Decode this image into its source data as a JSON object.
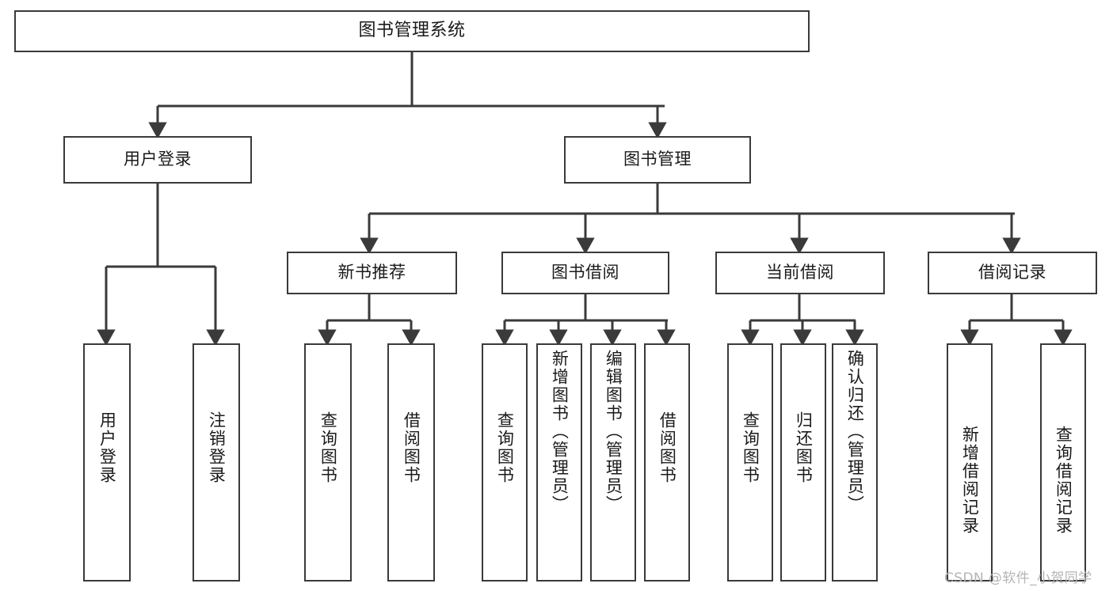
{
  "diagram": {
    "title": "图书管理系统",
    "type": "hierarchy-tree",
    "stroke_color": "#3a3a3a",
    "fill_color": "#ffffff",
    "text_color": "#1a1a1a",
    "watermark": "CSDN @软件_小贺同学",
    "watermark_color": "#b4b4b4",
    "levels": [
      {
        "level": 1,
        "nodes": [
          {
            "id": "root",
            "label": "图书管理系统"
          }
        ]
      },
      {
        "level": 2,
        "nodes": [
          {
            "id": "user-login",
            "label": "用户登录",
            "parent": "root"
          },
          {
            "id": "book-manage",
            "label": "图书管理",
            "parent": "root"
          }
        ]
      },
      {
        "level": 3,
        "nodes": [
          {
            "id": "new-book-rec",
            "label": "新书推荐",
            "parent": "book-manage"
          },
          {
            "id": "book-borrow",
            "label": "图书借阅",
            "parent": "book-manage"
          },
          {
            "id": "current-borrow",
            "label": "当前借阅",
            "parent": "book-manage"
          },
          {
            "id": "borrow-record",
            "label": "借阅记录",
            "parent": "book-manage"
          }
        ]
      },
      {
        "level": 4,
        "nodes": [
          {
            "id": "leaf-user-login",
            "label": "用户登录",
            "parent": "user-login"
          },
          {
            "id": "leaf-logout",
            "label": "注销登录",
            "parent": "user-login"
          },
          {
            "id": "leaf-query-book-1",
            "label": "查询图书",
            "parent": "new-book-rec"
          },
          {
            "id": "leaf-borrow-book-1",
            "label": "借阅图书",
            "parent": "new-book-rec"
          },
          {
            "id": "leaf-query-book-2",
            "label": "查询图书",
            "parent": "book-borrow"
          },
          {
            "id": "leaf-add-book",
            "label": "新增图书（管理员）",
            "parent": "book-borrow"
          },
          {
            "id": "leaf-edit-book",
            "label": "编辑图书（管理员）",
            "parent": "book-borrow"
          },
          {
            "id": "leaf-borrow-book-2",
            "label": "借阅图书",
            "parent": "book-borrow"
          },
          {
            "id": "leaf-query-book-3",
            "label": "查询图书",
            "parent": "current-borrow"
          },
          {
            "id": "leaf-return-book",
            "label": "归还图书",
            "parent": "current-borrow"
          },
          {
            "id": "leaf-confirm-return",
            "label": "确认归还（管理员）",
            "parent": "current-borrow"
          },
          {
            "id": "leaf-add-record",
            "label": "新增借阅记录",
            "parent": "borrow-record"
          },
          {
            "id": "leaf-query-record",
            "label": "查询借阅记录",
            "parent": "borrow-record"
          }
        ]
      }
    ]
  }
}
